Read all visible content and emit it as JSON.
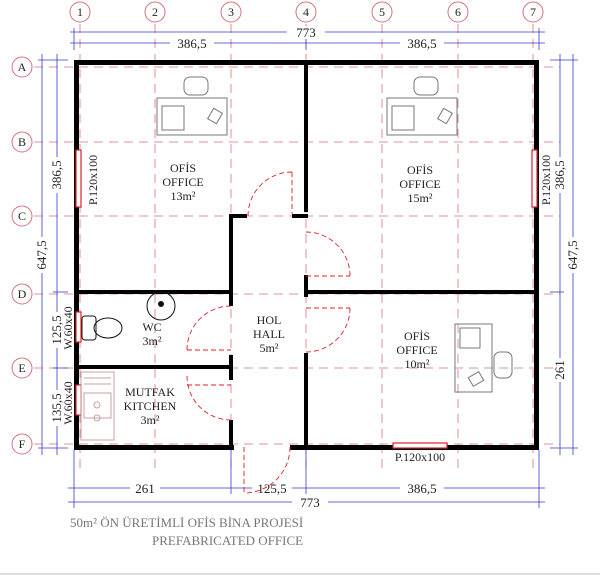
{
  "colors": {
    "wall": "#000000",
    "grid": "#d9707a",
    "dimension": "#3a3ad0",
    "window": "#e0202a",
    "furniture": "#777777",
    "title": "#777777"
  },
  "grid_columns": [
    "1",
    "2",
    "3",
    "4",
    "5",
    "6",
    "7"
  ],
  "grid_rows": [
    "A",
    "B",
    "C",
    "D",
    "E",
    "F"
  ],
  "dimensions": {
    "top_total": "773",
    "top_left": "386,5",
    "top_right": "386,5",
    "left_total": "647,5",
    "left_upper": "386,5",
    "left_wc": "125,5",
    "left_kitchen": "135,5",
    "right_total": "647,5",
    "right_upper": "386,5",
    "right_lower": "261",
    "bottom_left": "261",
    "bottom_mid": "125,5",
    "bottom_right": "386,5",
    "bottom_total": "773"
  },
  "windows": {
    "left_office": "P.120x100",
    "right_office": "P.120x100",
    "bottom_office": "P.120x100",
    "wc": "W.60x40",
    "kitchen": "W.60x40"
  },
  "rooms": [
    {
      "tr": "OFİS",
      "en": "OFFICE",
      "area": "13m²"
    },
    {
      "tr": "OFİS",
      "en": "OFFICE",
      "area": "15m²"
    },
    {
      "tr": "",
      "en": "WC",
      "area": "3m²"
    },
    {
      "tr": "HOL",
      "en": "HALL",
      "area": "5m²"
    },
    {
      "tr": "OFİS",
      "en": "OFFICE",
      "area": "10m²"
    },
    {
      "tr": "MUTFAK",
      "en": "KITCHEN",
      "area": "3m²"
    }
  ],
  "title": {
    "line1": "50m² ÖN ÜRETİMLİ OFİS BİNA PROJESİ",
    "line2": "PREFABRICATED OFFICE"
  }
}
